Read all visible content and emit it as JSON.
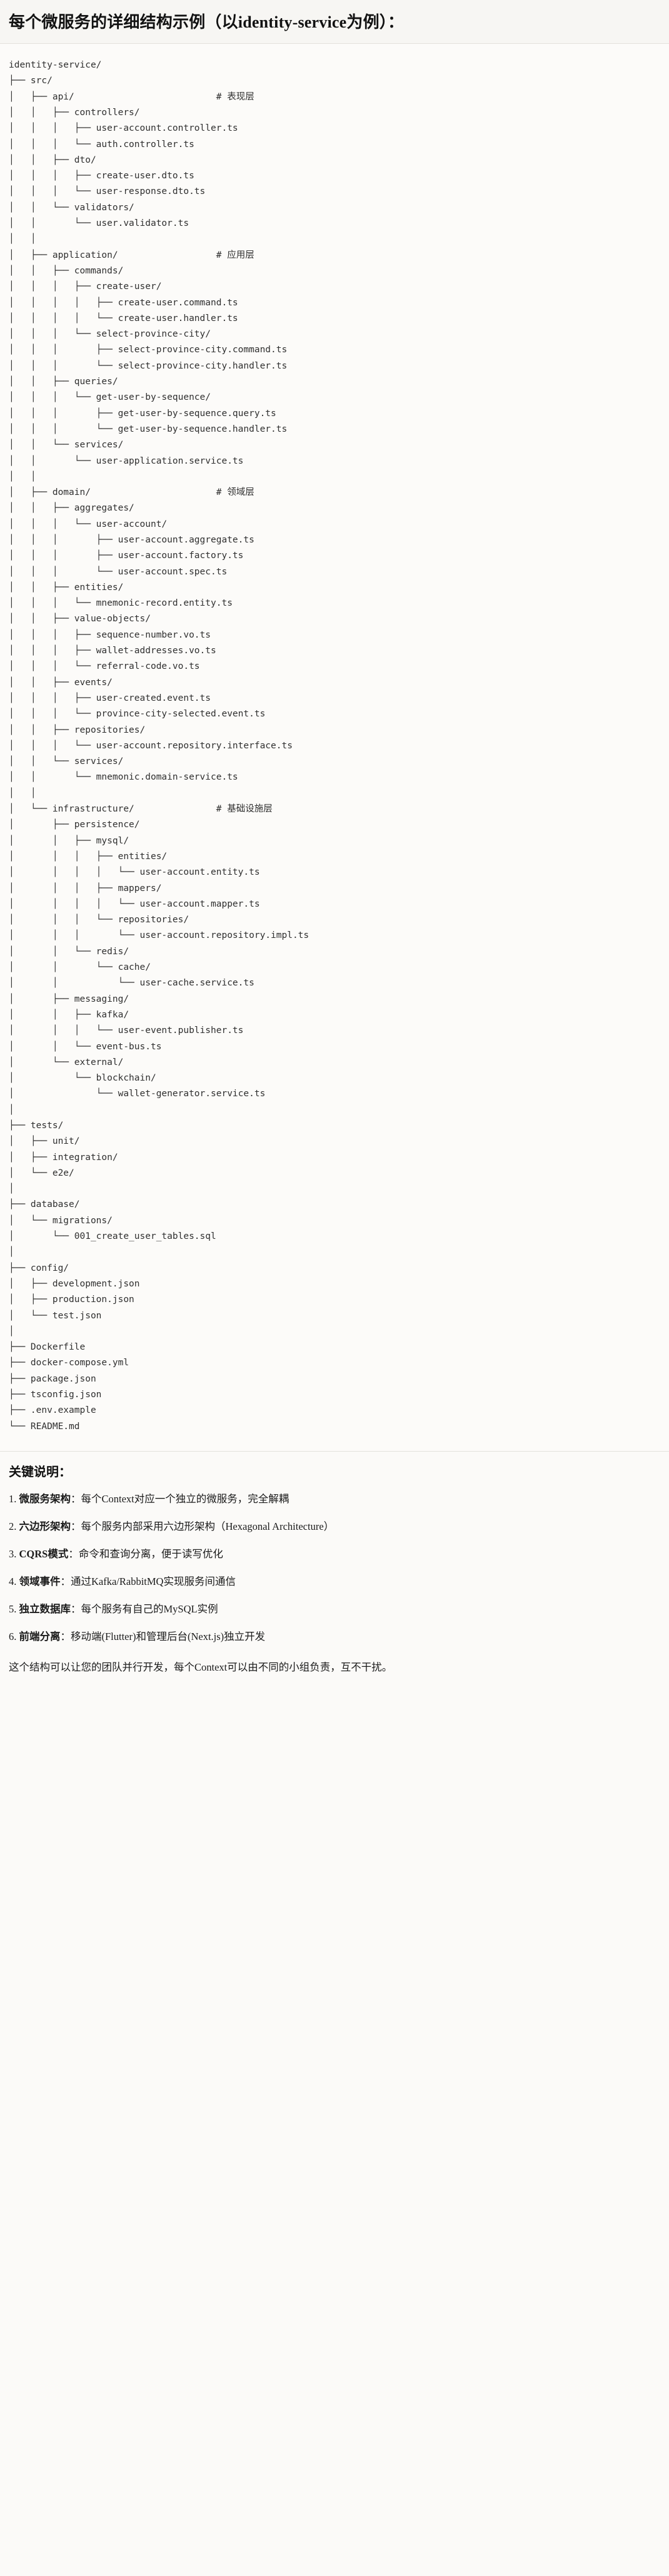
{
  "heading": {
    "title": "每个微服务的详细结构示例（以identity-service为例）："
  },
  "tree": {
    "root_label": "identity-service/",
    "comments": {
      "api": "# 表现层",
      "application": "# 应用层",
      "domain": "# 领域层",
      "infrastructure": "# 基础设施层"
    },
    "text": "identity-service/\n├── src/\n│   ├── api/                          # 表现层\n│   │   ├── controllers/\n│   │   │   ├── user-account.controller.ts\n│   │   │   └── auth.controller.ts\n│   │   ├── dto/\n│   │   │   ├── create-user.dto.ts\n│   │   │   └── user-response.dto.ts\n│   │   └── validators/\n│   │       └── user.validator.ts\n│   │\n│   ├── application/                  # 应用层\n│   │   ├── commands/\n│   │   │   ├── create-user/\n│   │   │   │   ├── create-user.command.ts\n│   │   │   │   └── create-user.handler.ts\n│   │   │   └── select-province-city/\n│   │   │       ├── select-province-city.command.ts\n│   │   │       └── select-province-city.handler.ts\n│   │   ├── queries/\n│   │   │   └── get-user-by-sequence/\n│   │   │       ├── get-user-by-sequence.query.ts\n│   │   │       └── get-user-by-sequence.handler.ts\n│   │   └── services/\n│   │       └── user-application.service.ts\n│   │\n│   ├── domain/                       # 领域层\n│   │   ├── aggregates/\n│   │   │   └── user-account/\n│   │   │       ├── user-account.aggregate.ts\n│   │   │       ├── user-account.factory.ts\n│   │   │       └── user-account.spec.ts\n│   │   ├── entities/\n│   │   │   └── mnemonic-record.entity.ts\n│   │   ├── value-objects/\n│   │   │   ├── sequence-number.vo.ts\n│   │   │   ├── wallet-addresses.vo.ts\n│   │   │   └── referral-code.vo.ts\n│   │   ├── events/\n│   │   │   ├── user-created.event.ts\n│   │   │   └── province-city-selected.event.ts\n│   │   ├── repositories/\n│   │   │   └── user-account.repository.interface.ts\n│   │   └── services/\n│   │       └── mnemonic.domain-service.ts\n│   │\n│   └── infrastructure/               # 基础设施层\n│       ├── persistence/\n│       │   ├── mysql/\n│       │   │   ├── entities/\n│       │   │   │   └── user-account.entity.ts\n│       │   │   ├── mappers/\n│       │   │   │   └── user-account.mapper.ts\n│       │   │   └── repositories/\n│       │   │       └── user-account.repository.impl.ts\n│       │   └── redis/\n│       │       └── cache/\n│       │           └── user-cache.service.ts\n│       ├── messaging/\n│       │   ├── kafka/\n│       │   │   └── user-event.publisher.ts\n│       │   └── event-bus.ts\n│       └── external/\n│           └── blockchain/\n│               └── wallet-generator.service.ts\n│\n├── tests/\n│   ├── unit/\n│   ├── integration/\n│   └── e2e/\n│\n├── database/\n│   └── migrations/\n│       └── 001_create_user_tables.sql\n│\n├── config/\n│   ├── development.json\n│   ├── production.json\n│   └── test.json\n│\n├── Dockerfile\n├── docker-compose.yml\n├── package.json\n├── tsconfig.json\n├── .env.example\n└── README.md"
  },
  "notes": {
    "title": "关键说明：",
    "items": [
      {
        "num": "1. ",
        "term": "微服务架构",
        "desc": "：每个Context对应一个独立的微服务，完全解耦"
      },
      {
        "num": "2. ",
        "term": "六边形架构",
        "desc": "：每个服务内部采用六边形架构（Hexagonal Architecture）"
      },
      {
        "num": "3. ",
        "term": "CQRS模式",
        "desc": "：命令和查询分离，便于读写优化"
      },
      {
        "num": "4. ",
        "term": "领域事件",
        "desc": "：通过Kafka/RabbitMQ实现服务间通信"
      },
      {
        "num": "5. ",
        "term": "独立数据库",
        "desc": "：每个服务有自己的MySQL实例"
      },
      {
        "num": "6. ",
        "term": "前端分离",
        "desc": "：移动端(Flutter)和管理后台(Next.js)独立开发"
      }
    ],
    "closing": "这个结构可以让您的团队并行开发，每个Context可以由不同的小组负责，互不干扰。"
  }
}
